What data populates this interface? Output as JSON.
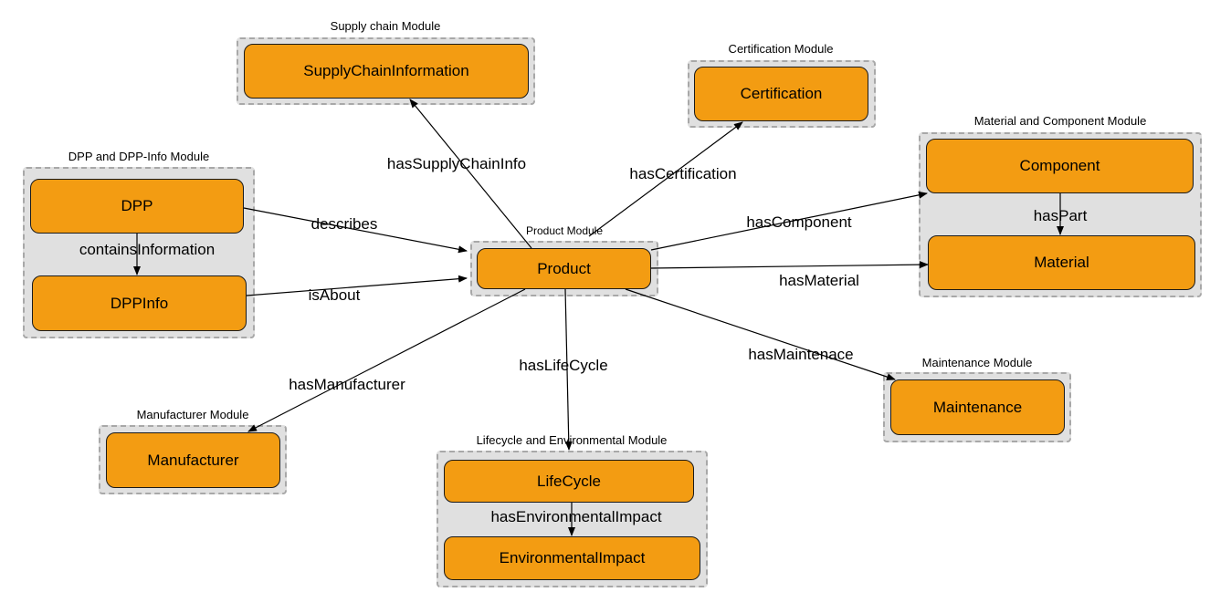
{
  "modules": {
    "supply_chain": "Supply chain Module",
    "certification": "Certification Module",
    "material_component": "Material and Component Module",
    "dpp_info": "DPP and DPP-Info Module",
    "product": "Product Module",
    "maintenance": "Maintenance Module",
    "manufacturer": "Manufacturer Module",
    "lifecycle_env": "Lifecycle and Environmental Module"
  },
  "nodes": {
    "supply_chain_information": "SupplyChainInformation",
    "certification": "Certification",
    "component": "Component",
    "material": "Material",
    "dpp": "DPP",
    "dpp_info": "DPPInfo",
    "product": "Product",
    "maintenance": "Maintenance",
    "manufacturer": "Manufacturer",
    "lifecycle": "LifeCycle",
    "environmental_impact": "EnvironmentalImpact"
  },
  "edges": {
    "has_supply_chain_info": "hasSupplyChainInfo",
    "has_certification": "hasCertification",
    "has_component": "hasComponent",
    "has_part": "hasPart",
    "has_material": "hasMaterial",
    "describes": "describes",
    "contains_information": "containsInformation",
    "is_about": "isAbout",
    "has_manufacturer": "hasManufacturer",
    "has_life_cycle": "hasLifeCycle",
    "has_maintenance": "hasMaintenace",
    "has_environmental_impact": "hasEnvironmentalImpact"
  },
  "colors": {
    "node_fill": "#f39c12",
    "module_fill": "#e0e0e0",
    "module_border": "#a8a8a8"
  }
}
